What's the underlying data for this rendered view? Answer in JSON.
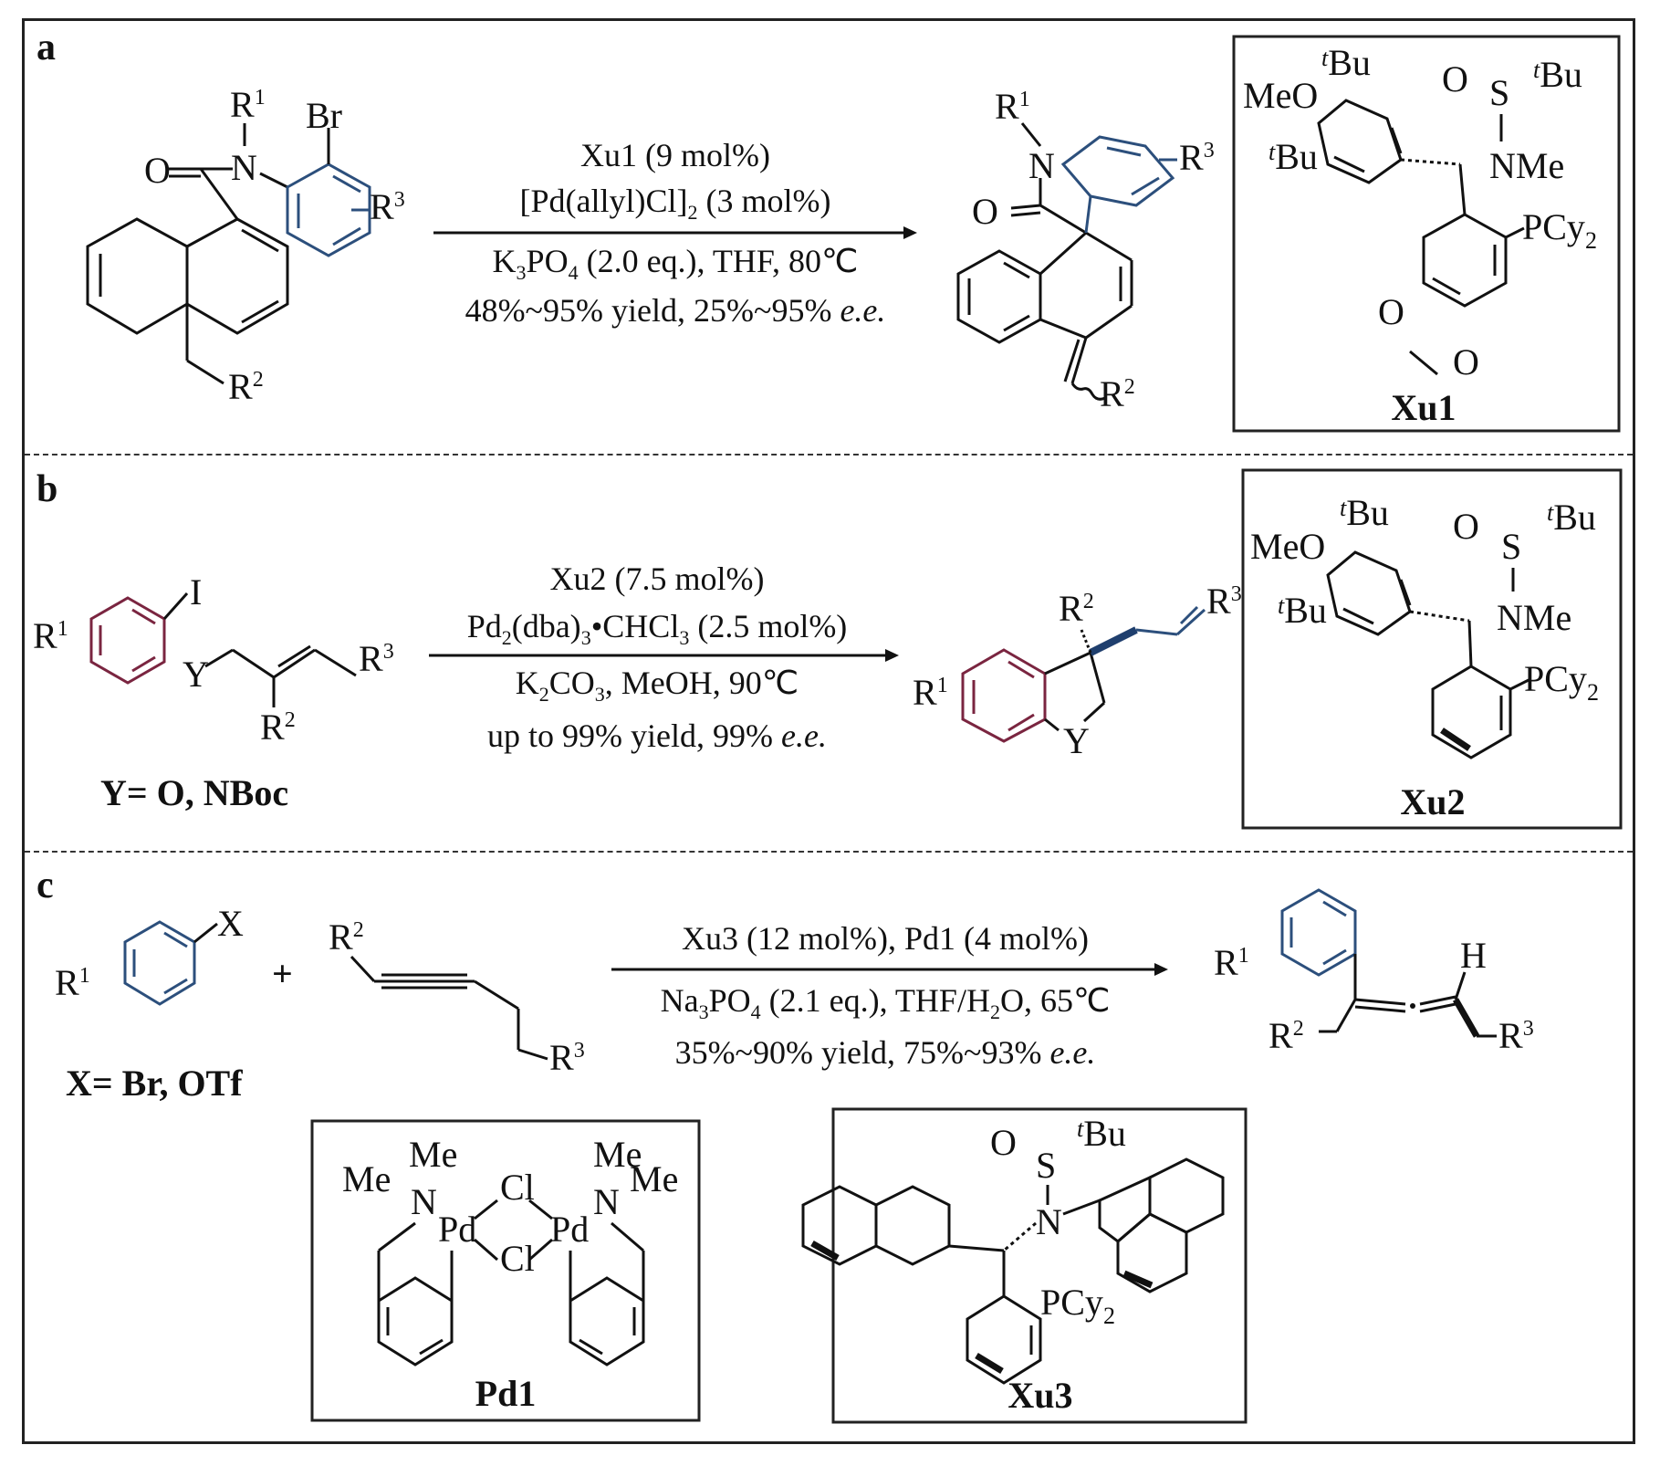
{
  "panels": {
    "a": {
      "label": "a",
      "substituents": {
        "r1": "R",
        "r1_sup": "1",
        "br": "Br",
        "o": "O",
        "n": "N",
        "r3": "R",
        "r3_sup": "3",
        "r2": "R",
        "r2_sup": "2"
      },
      "conditions": [
        "Xu1 (9 mol%)",
        "[Pd(allyl)Cl]",
        "2",
        "(3 mol%)",
        "K",
        "3",
        "PO",
        "4",
        "(2.0 eq.), THF, 80℃",
        "48%~95% yield, 25%~95%",
        "e.e."
      ],
      "ligand": {
        "label": "Xu1",
        "meo": "MeO",
        "tbu": "Bu",
        "t": "t",
        "o": "O",
        "s": "S",
        "nme": "NMe",
        "pcy": "PCy",
        "sub2": "2"
      }
    },
    "b": {
      "label": "b",
      "substituents": {
        "i": "I",
        "y": "Y",
        "r1": "R",
        "r2": "R",
        "r3": "R"
      },
      "y_def": "Y= O, NBoc",
      "conditions": [
        "Xu2 (7.5 mol%)",
        "Pd",
        "2",
        "(dba)",
        "3",
        "•CHCl",
        "3",
        "(2.5 mol%)",
        "K",
        "2",
        "CO",
        "3",
        ", MeOH, 90℃",
        "up to 99% yield, 99%",
        "e.e."
      ],
      "ligand": {
        "label": "Xu2"
      }
    },
    "c": {
      "label": "c",
      "x_def": "X= Br, OTf",
      "plus": "+",
      "substituents": {
        "x": "X",
        "h": "H"
      },
      "conditions": [
        "Xu3 (12 mol%), Pd1 (4 mol%)",
        "Na",
        "3",
        "PO",
        "4",
        "(2.1 eq.), THF/H",
        "2",
        "O, 65℃",
        "35%~90% yield, 75%~93%",
        "e.e."
      ],
      "pd1": {
        "label": "Pd1",
        "me": "Me",
        "n": "N",
        "pd": "Pd",
        "cl": "Cl"
      },
      "ligand": {
        "label": "Xu3"
      }
    }
  }
}
